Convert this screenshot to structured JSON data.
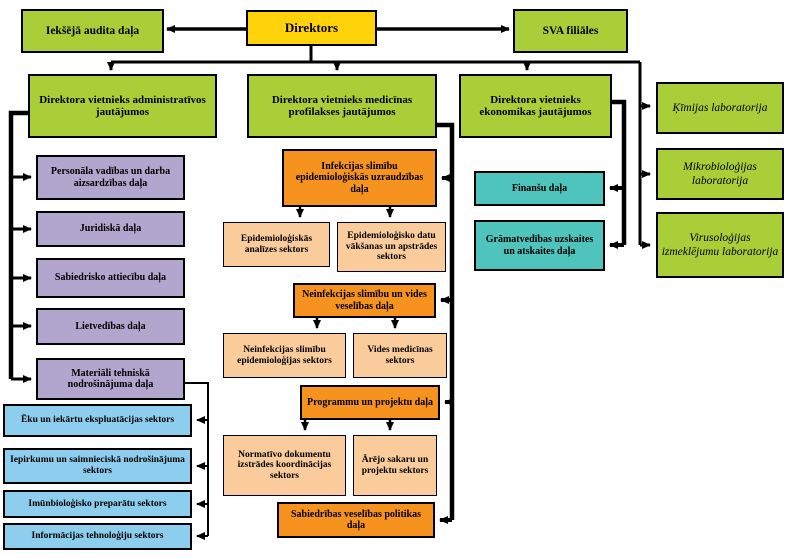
{
  "nodes": {
    "audit": {
      "label": "Iekšējā audita daļa"
    },
    "director": {
      "label": "Direktors"
    },
    "sva": {
      "label": "SVA filiāles"
    },
    "deputy_admin": {
      "label": "Direktora vietnieks administratīvos jautājumos"
    },
    "deputy_med": {
      "label": "Direktora vietnieks medicīnas profilakses jautājumos"
    },
    "deputy_econ": {
      "label": "Direktora vietnieks ekonomikas jautājumos"
    },
    "lab_chem": {
      "label": "Ķīmijas laboratorija"
    },
    "lab_micro": {
      "label": "Mikrobioloģijas laboratorija"
    },
    "lab_virus": {
      "label": "Virusoloģijas izmeklējumu laboratorija"
    },
    "personala": {
      "label": "Personāla vadības un darba aizsardzības daļa"
    },
    "juridiska": {
      "label": "Juridiskā daļa"
    },
    "sabiedrisko": {
      "label": "Sabiedrisko attiecību daļa"
    },
    "lietvedibas": {
      "label": "Lietvedības daļa"
    },
    "materiali": {
      "label": "Materiāli tehniskā nodrošinājuma daļa"
    },
    "eku": {
      "label": "Ēku un iekārtu ekspluatācijas sektors"
    },
    "iepirkumu": {
      "label": "Iepirkumu un saimnieciskā nodrošinājuma sektors"
    },
    "imunbio": {
      "label": "Imūnbioloģisko preparātu sektors"
    },
    "informacijas": {
      "label": "Informācijas tehnoloģiju sektors"
    },
    "infekcijas": {
      "label": "Infekcijas slimību epidemioloģiskās uzraudzības daļa"
    },
    "epid_analizes": {
      "label": "Epidemioloģiskās analīzes sektors"
    },
    "epid_datu": {
      "label": "Epidemioloģisko datu vākšanas un apstrādes sektors"
    },
    "neinfekcijas": {
      "label": "Neinfekcijas slimību un vides veselības daļa"
    },
    "neinf_epid": {
      "label": "Neinfekcijas slimību epidemioloģijas sektors"
    },
    "vides": {
      "label": "Vides medicīnas sektors"
    },
    "programmu": {
      "label": "Programmu un projektu daļa"
    },
    "normativo": {
      "label": "Normatīvo dokumentu izstrādes koordinācijas sektors"
    },
    "arejo": {
      "label": "Ārējo sakaru un projektu sektors"
    },
    "sabiedribas": {
      "label": "Sabiedrības veselības politikas daļa"
    },
    "finansu": {
      "label": "Finanšu daļa"
    },
    "gramatvedibas": {
      "label": "Grāmatvedības uzskaites un atskaites daļa"
    }
  },
  "colors": {
    "green": "#a9ce38",
    "yellow": "#ffd20a",
    "purple": "#b3a6ce",
    "blue": "#8dcdee",
    "orange": "#f6921e",
    "light_orange": "#fbcc9b",
    "teal": "#4fc4bc",
    "border": "#000000"
  }
}
